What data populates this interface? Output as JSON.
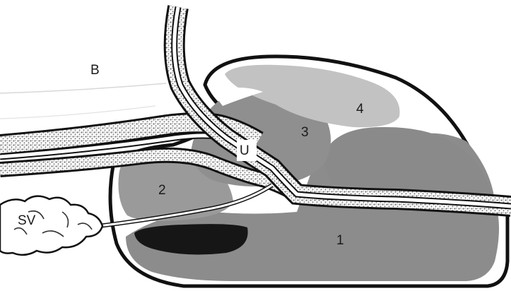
{
  "diagram": {
    "labels": {
      "bladder": "B",
      "urethra": "U",
      "seminal_vesicle": "SV",
      "zone_1": "1",
      "zone_2": "2",
      "zone_3": "3",
      "zone_4": "4"
    },
    "colors": {
      "background": "#ffffff",
      "outline": "#111111",
      "zone_1_fill": "#8c8c8c",
      "zone_2_fill": "#9a9a9a",
      "zone_3_fill": "#8f8f8f",
      "zone_4_fill": "#c2c2c2",
      "gland_inner_fill": "#ffffff",
      "dark_region_fill": "#161616",
      "wall_stipple": "#7a7a7a"
    }
  }
}
